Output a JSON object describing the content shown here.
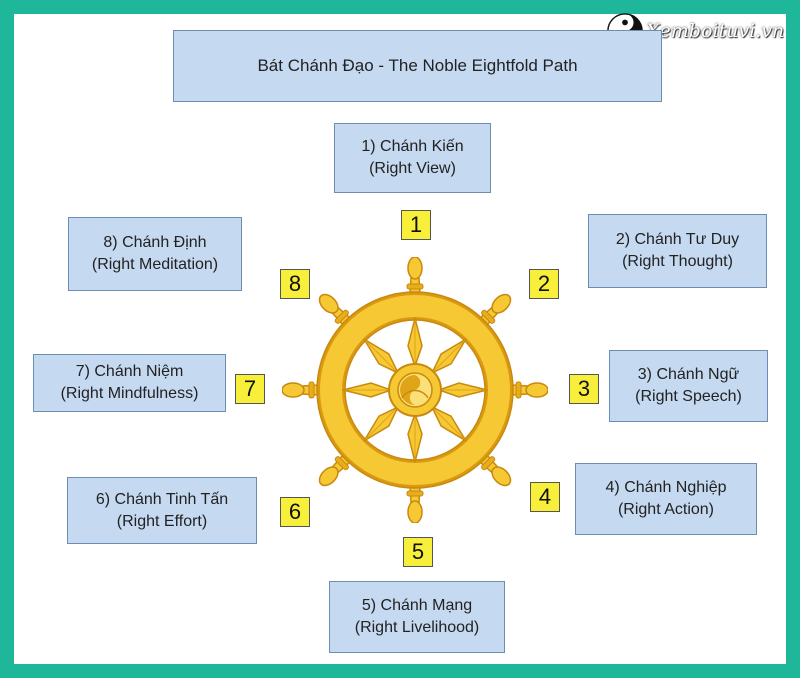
{
  "header": {
    "title": "Bát Chánh Đạo - The Noble Eightfold Path"
  },
  "logo": {
    "text": "Xemboituvi.vn"
  },
  "paths": [
    {
      "number": "1",
      "name": "1) Chánh Kiến",
      "english": "(Right View)"
    },
    {
      "number": "2",
      "name": "2) Chánh Tư Duy",
      "english": "(Right Thought)"
    },
    {
      "number": "3",
      "name": "3) Chánh Ngữ",
      "english": "(Right Speech)"
    },
    {
      "number": "4",
      "name": "4) Chánh Nghiệp",
      "english": "(Right Action)"
    },
    {
      "number": "5",
      "name": "5) Chánh Mạng",
      "english": "(Right Livelihood)"
    },
    {
      "number": "6",
      "name": "6) Chánh Tinh Tấn",
      "english": "(Right Effort)"
    },
    {
      "number": "7",
      "name": "7) Chánh Niệm",
      "english": "(Right Mindfulness)"
    },
    {
      "number": "8",
      "name": "8) Chánh Định",
      "english": "(Right Meditation)"
    }
  ],
  "colors": {
    "background": "#1fb79a",
    "box": "#c5d9f1",
    "number_box": "#f7ef3a",
    "wheel": "#f3c22e"
  },
  "icons": {
    "wheel": "dharma-wheel-icon",
    "logo": "yin-yang-icon"
  }
}
